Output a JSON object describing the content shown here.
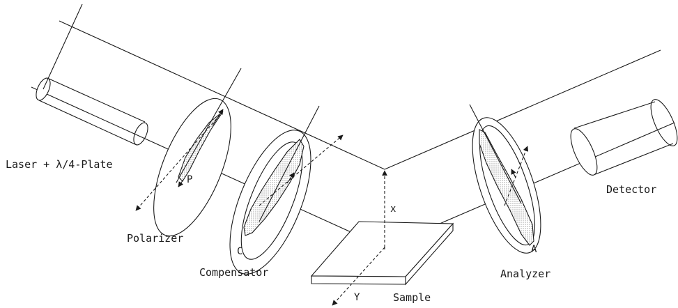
{
  "labels": {
    "laser": "Laser + λ/4-Plate",
    "polarizer": "Polarizer",
    "polarizer_angle": "P",
    "compensator": "Compensator",
    "compensator_angle": "C",
    "sample": "Sample",
    "analyzer": "Analyzer",
    "analyzer_angle": "A",
    "detector": "Detector",
    "axis_x": "x",
    "axis_y": "Y"
  },
  "colors": {
    "stroke": "#1a1a1a",
    "background": "#ffffff"
  }
}
